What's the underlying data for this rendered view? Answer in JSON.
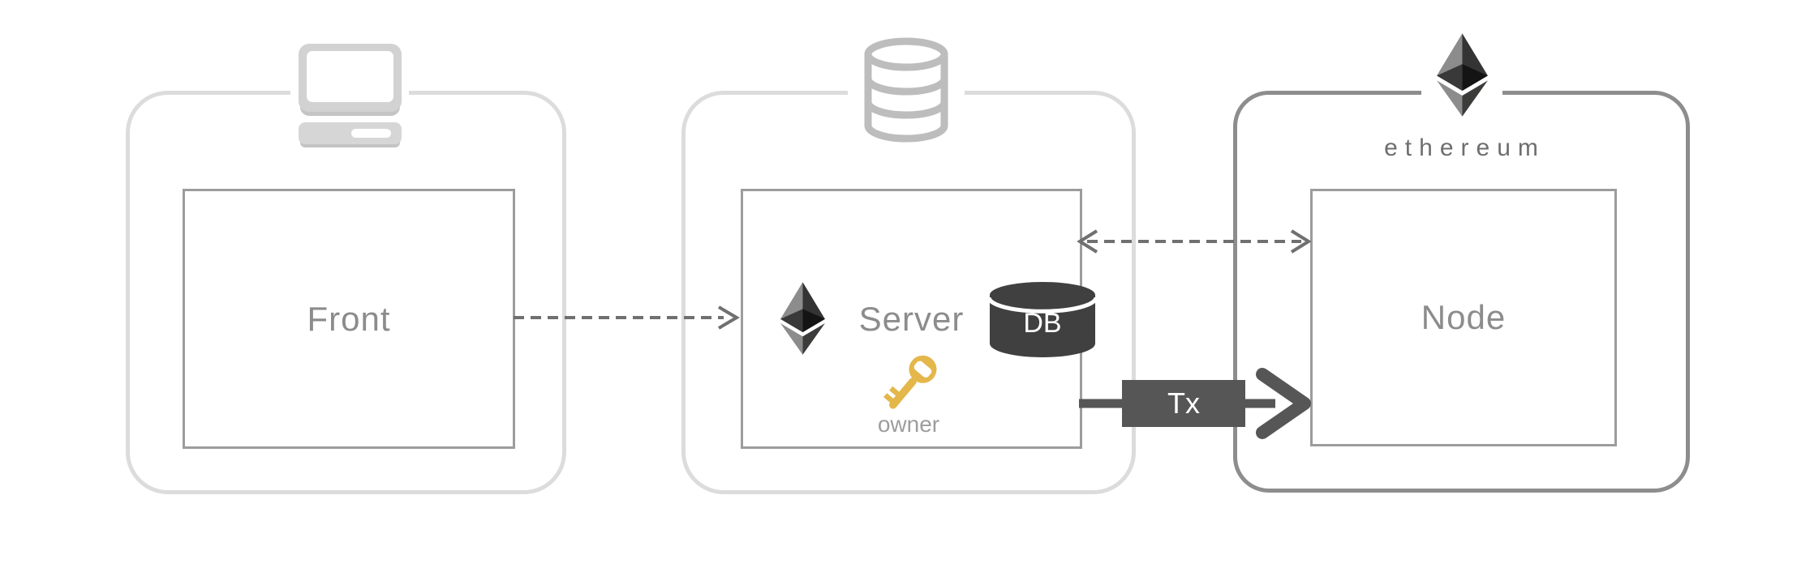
{
  "diagram_title": "front-server-ethereum-architecture",
  "colors": {
    "background": "#ffffff",
    "container_light_border": "#dcdcdc",
    "container_dark_border": "#8d8d8d",
    "inner_box_border": "#9c9c9c",
    "label_text": "#8c8c8c",
    "owner_text": "#9d9d9d",
    "wordmark_text": "#6e6e6e",
    "dashed_arrow": "#707070",
    "tx_arrow": "#565656",
    "db_cylinder_fill": "#404040",
    "key_gold": "#e4b74b",
    "laptop_icon_gray": "#d2d2d2",
    "db_stack_icon_stroke": "#bdbdbd"
  },
  "front": {
    "label": "Front",
    "icon": "laptop-icon"
  },
  "server": {
    "label": "Server",
    "icon": "database-stack-icon",
    "logo": "ethereum-logo-icon",
    "db_label": "DB",
    "key_icon": "key-icon",
    "owner_label": "owner"
  },
  "ethereum": {
    "wordmark": "ethereum",
    "logo": "ethereum-logo-icon",
    "node_label": "Node"
  },
  "arrows": {
    "front_to_server": {
      "style": "dashed",
      "direction": "right"
    },
    "server_node_sync": {
      "style": "dashed",
      "direction": "both"
    },
    "tx": {
      "label": "Tx",
      "style": "solid",
      "direction": "right"
    }
  }
}
